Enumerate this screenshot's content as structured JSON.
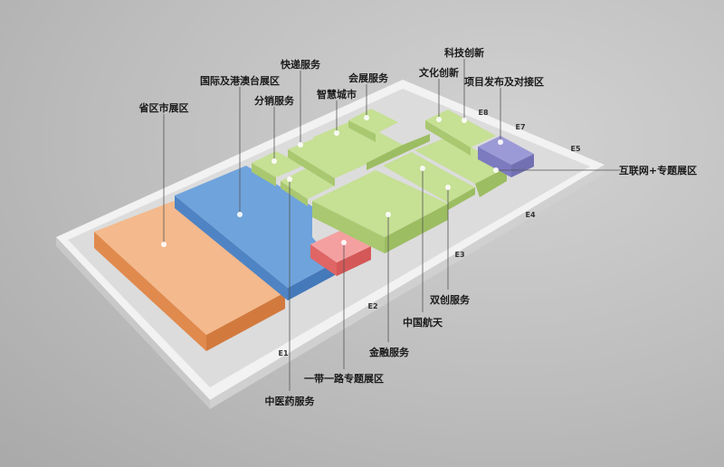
{
  "zones": [
    {
      "id": "province",
      "label": "省区市展区"
    },
    {
      "id": "intl",
      "label": "国际及港澳台展区"
    },
    {
      "id": "distribution",
      "label": "分销服务"
    },
    {
      "id": "express",
      "label": "快递服务"
    },
    {
      "id": "smartcity",
      "label": "智慧城市"
    },
    {
      "id": "exhibition",
      "label": "会展服务"
    },
    {
      "id": "culture",
      "label": "文化创新"
    },
    {
      "id": "tech",
      "label": "科技创新"
    },
    {
      "id": "project",
      "label": "项目发布及对接区"
    },
    {
      "id": "internet",
      "label": "互联网+专题展区"
    },
    {
      "id": "innovation",
      "label": "双创服务"
    },
    {
      "id": "aerospace",
      "label": "中国航天"
    },
    {
      "id": "finance",
      "label": "金融服务"
    },
    {
      "id": "beltroad",
      "label": "一带一路专题展区"
    },
    {
      "id": "tcm",
      "label": "中医药服务"
    }
  ],
  "entrances": [
    "E1",
    "E2",
    "E3",
    "E4",
    "E5",
    "E7",
    "E8"
  ],
  "colors": {
    "orange": "#f4b98c",
    "blue": "#6fa3dc",
    "green": "#c6e094",
    "red": "#f08b8b",
    "purple": "#9c9ad6"
  }
}
